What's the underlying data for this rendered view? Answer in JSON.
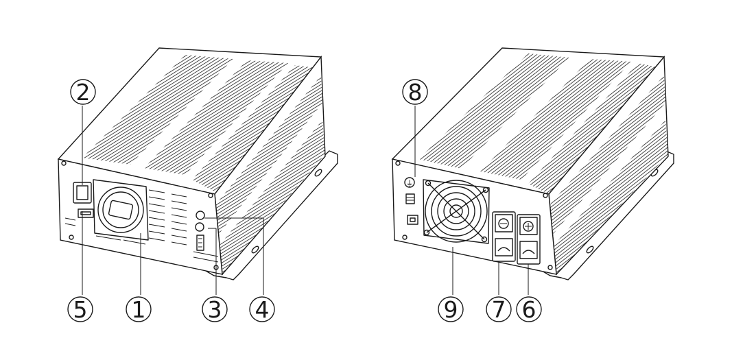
{
  "callouts": {
    "front": {
      "c1": "1",
      "c2": "2",
      "c3": "3",
      "c4": "4",
      "c5": "5"
    },
    "rear": {
      "c6": "6",
      "c7": "7",
      "c8": "8",
      "c9": "9"
    }
  },
  "symbols": {
    "ground": "⏚"
  },
  "colors": {
    "line": "#1a1a1a",
    "background": "#ffffff"
  }
}
